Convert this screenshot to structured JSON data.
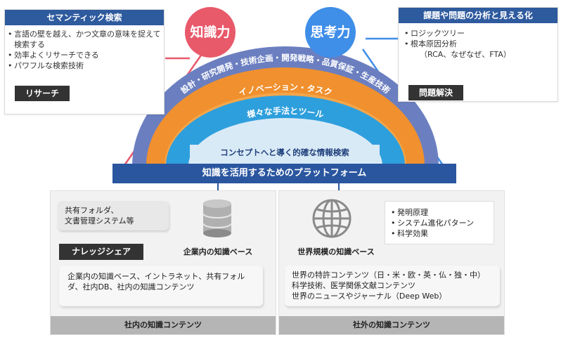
{
  "top_left": {
    "header": "セマンティック検索",
    "bullets": [
      "言語の壁を越え、かつ文章の意味を捉えて検索する",
      "効率よくリサーチできる",
      "パワフルな検索技術"
    ],
    "tag": "リサーチ"
  },
  "top_right": {
    "header": "課題や問題の分析と見える化",
    "bullets": [
      "ロジックツリー",
      "根本原因分析"
    ],
    "sub": "（RCA、なぜなぜ、FTA）",
    "tag": "問題解決"
  },
  "circles": {
    "left": "知識力",
    "right": "思考力",
    "left_color": "#e8596a",
    "right_color": "#3f8ee8"
  },
  "arcs": {
    "outer": "設計・研究開発・技術企画・開発戦略・品質保証・生産技術",
    "middle": "イノベーション・タスク",
    "inner": "様々な手法とツール",
    "core": "コンセプトへと導く的確な情報検索"
  },
  "platform": "知識を活用するためのプラットフォーム",
  "bottom_left": {
    "bubble_top": "共有フォルダ、\n文書管理システム等",
    "tag": "ナレッジシェア",
    "caption": "企業内の知識ベース",
    "bubble_bottom": "企業内の知識ベース、イントラネット、共有フォルダ、社内DB、社内の知識コンテンツ",
    "footer": "社内の知識コンテンツ"
  },
  "bottom_right": {
    "bullets": [
      "発明原理",
      "システム進化パターン",
      "科学効果"
    ],
    "caption": "世界規模の知識ベース",
    "bubble_lines": [
      "世界の特許コンテンツ（日・米・欧・英・仏・独・中）",
      "科学技術、医学関係文献コンテンツ",
      "世界のニュースやジャーナル（Deep Web）"
    ],
    "footer": "社外の知識コンテンツ"
  },
  "icons": {
    "database": "database-icon",
    "globe": "globe-icon"
  }
}
